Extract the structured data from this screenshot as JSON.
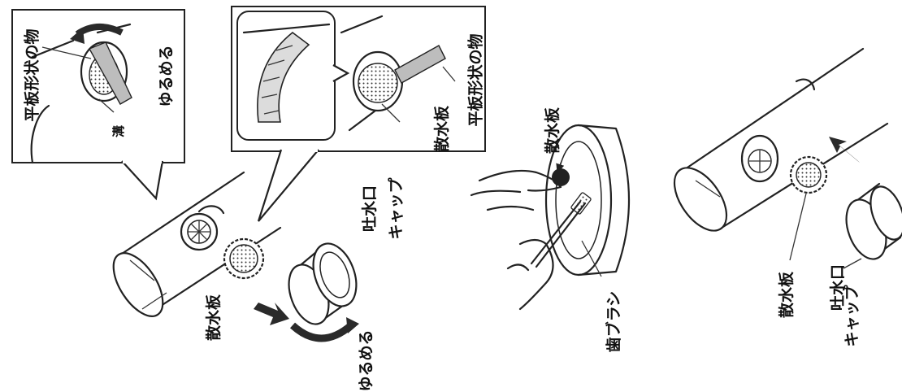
{
  "labels": {
    "flat_object": "平板形状の物",
    "groove": "溝",
    "loosen": "ゆるめる",
    "spray_plate": "散水板",
    "outlet": "吐水口",
    "cap": "キャップ",
    "toothbrush": "歯ブラシ"
  },
  "colors": {
    "ink": "#222222",
    "arrow": "#2a2a2a",
    "paper": "#ffffff"
  },
  "icons": [
    "rotate-arrow-icon",
    "direction-arrow-icon"
  ]
}
